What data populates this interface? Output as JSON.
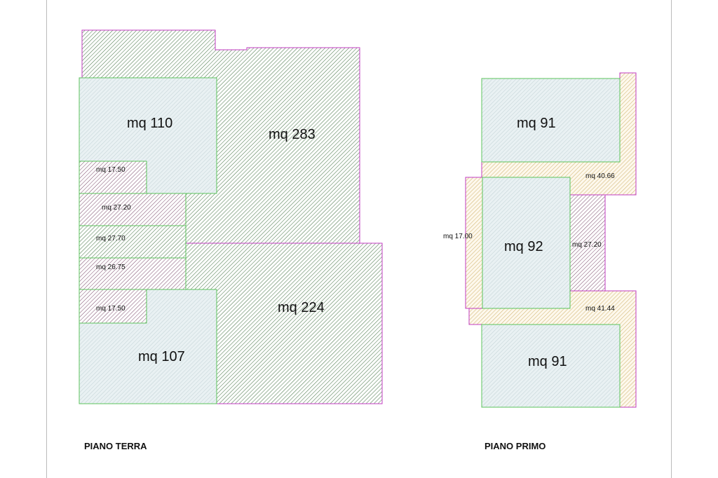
{
  "floors": {
    "ground": {
      "title": "PIANO TERRA",
      "rooms": {
        "r110": "mq 110",
        "r283": "mq 283",
        "r1750a": "mq 17.50",
        "r2720": "mq 27.20",
        "r2770": "mq 27.70",
        "r2675": "mq 26.75",
        "r1750b": "mq 17.50",
        "r224": "mq 224",
        "r107": "mq 107"
      }
    },
    "first": {
      "title": "PIANO PRIMO",
      "rooms": {
        "r91a": "mq 91",
        "r4066": "mq 40.66",
        "r1700": "mq 17.00",
        "r92": "mq 92",
        "r2720": "mq 27.20",
        "r4144": "mq 41.44",
        "r91b": "mq 91"
      }
    }
  },
  "colors": {
    "green_stroke": "#5cc45c",
    "magenta_stroke": "#c23cc2",
    "yellow_stroke": "#d8b24a",
    "hatch_green": "#4f7a4f",
    "hatch_magenta": "#7a4a6a",
    "hatch_yellow": "#c9a85a",
    "light_fill": "#e6eef0"
  }
}
